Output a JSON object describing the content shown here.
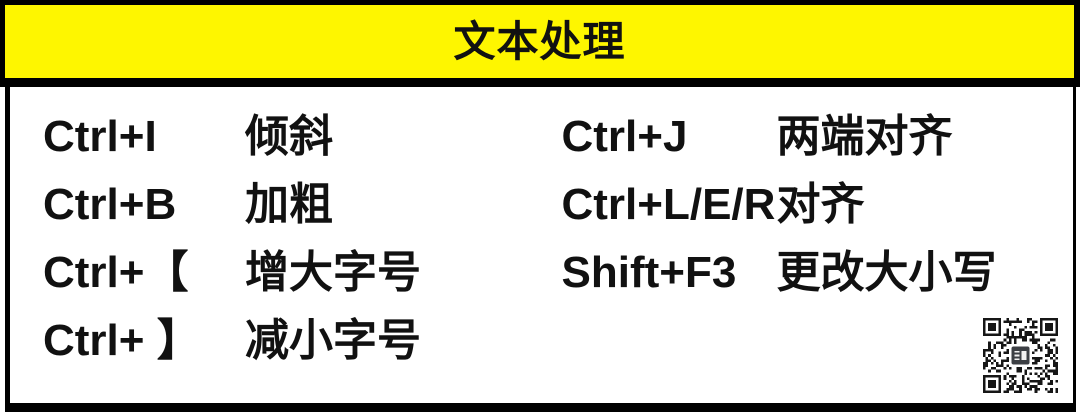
{
  "header": {
    "title": "文本处理"
  },
  "shortcuts": {
    "left": [
      {
        "keys": "Ctrl+I",
        "action": "倾斜"
      },
      {
        "keys": "Ctrl+B",
        "action": "加粗"
      },
      {
        "keys": "Ctrl+【",
        "action": "增大字号"
      },
      {
        "keys": "Ctrl+ 】",
        "action": "减小字号"
      }
    ],
    "right": [
      {
        "keys": "Ctrl+J",
        "action": "两端对齐"
      },
      {
        "keys": "Ctrl+L/E/R",
        "action": "对齐"
      },
      {
        "keys": "Shift+F3",
        "action": "更改大小写"
      }
    ]
  },
  "icons": {
    "qr": "qr-code"
  },
  "colors": {
    "header_bg": "#FEF600",
    "border": "#000000",
    "text": "#111111",
    "body_bg": "#FFFFFF"
  }
}
